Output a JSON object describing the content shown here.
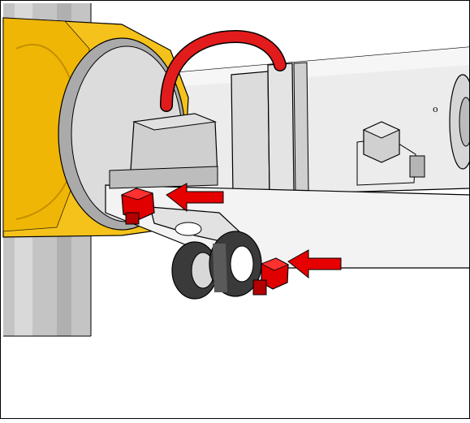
{
  "colors": {
    "background": "#ffffff",
    "coupling_yellow": "#f5c21b",
    "coupling_yellow_dark": "#e0a800",
    "steel_light": "#e9e9e9",
    "steel_mid": "#cfcfcf",
    "steel_dark": "#a9a9a9",
    "post_gray": "#bdbdbd",
    "hose_red": "#e21c1c",
    "bolt_red": "#e00000",
    "arrow_red": "#e60000",
    "rubber_black": "#3a3a3a",
    "outline": "#000000"
  },
  "components": {
    "coupling": "yellow-coupling",
    "pipe": "steel-pipe",
    "hose": "red-hose",
    "bracket": "mounting-bracket",
    "hex_bolt": "hex-bolt",
    "red_bolt_upper": "red-bolt",
    "red_bolt_lower": "red-bolt",
    "rubber_grommets": "rubber-grommet",
    "post": "vertical-post"
  },
  "indicators": {
    "arrow_upper": "arrow-left-icon",
    "arrow_lower": "arrow-left-icon"
  }
}
